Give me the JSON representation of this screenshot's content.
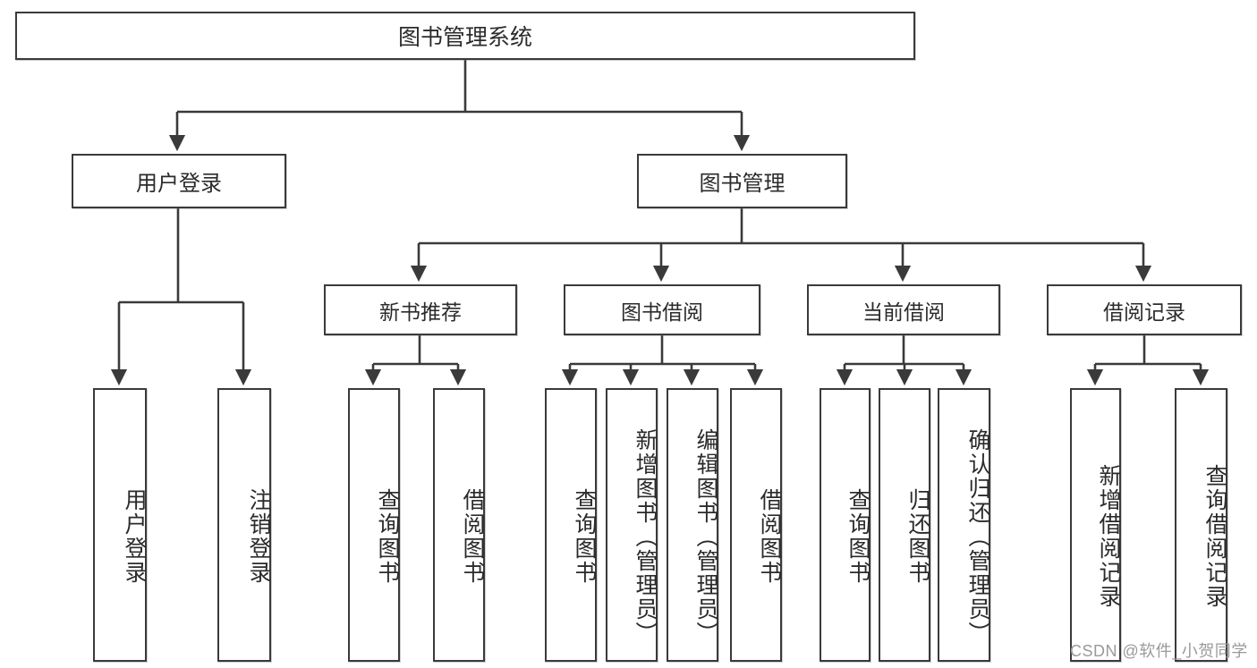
{
  "diagram": {
    "title": "图书管理系统",
    "type": "tree",
    "root": {
      "id": "root",
      "label": "图书管理系统"
    },
    "level2": [
      {
        "id": "user-login",
        "label": "用户登录"
      },
      {
        "id": "book-manage",
        "label": "图书管理"
      }
    ],
    "level3": [
      {
        "id": "new-book-recommend",
        "label": "新书推荐"
      },
      {
        "id": "book-borrow",
        "label": "图书借阅"
      },
      {
        "id": "current-borrow",
        "label": "当前借阅"
      },
      {
        "id": "borrow-record",
        "label": "借阅记录"
      }
    ],
    "leaves": [
      {
        "id": "leaf-user-login",
        "label": "用户登录",
        "parent": "user-login"
      },
      {
        "id": "leaf-logout",
        "label": "注销登录",
        "parent": "user-login"
      },
      {
        "id": "leaf-query-book-1",
        "label": "查询图书",
        "parent": "new-book-recommend"
      },
      {
        "id": "leaf-borrow-book-1",
        "label": "借阅图书",
        "parent": "new-book-recommend"
      },
      {
        "id": "leaf-query-book-2",
        "label": "查询图书",
        "parent": "book-borrow"
      },
      {
        "id": "leaf-add-book",
        "label": "新增图书（管理员）",
        "parent": "book-borrow"
      },
      {
        "id": "leaf-edit-book",
        "label": "编辑图书（管理员）",
        "parent": "book-borrow"
      },
      {
        "id": "leaf-borrow-book-2",
        "label": "借阅图书",
        "parent": "book-borrow"
      },
      {
        "id": "leaf-query-book-3",
        "label": "查询图书",
        "parent": "current-borrow"
      },
      {
        "id": "leaf-return-book",
        "label": "归还图书",
        "parent": "current-borrow"
      },
      {
        "id": "leaf-confirm-return",
        "label": "确认归还（管理员）",
        "parent": "current-borrow"
      },
      {
        "id": "leaf-add-record",
        "label": "新增借阅记录",
        "parent": "borrow-record"
      },
      {
        "id": "leaf-query-record",
        "label": "查询借阅记录",
        "parent": "borrow-record"
      }
    ]
  },
  "watermark": {
    "text": "CSDN @软件_小贺同学"
  },
  "colors": {
    "border": "#3a3a3a",
    "text": "#2b2b2b",
    "background": "#ffffff",
    "watermark": "#9a9a9a"
  }
}
